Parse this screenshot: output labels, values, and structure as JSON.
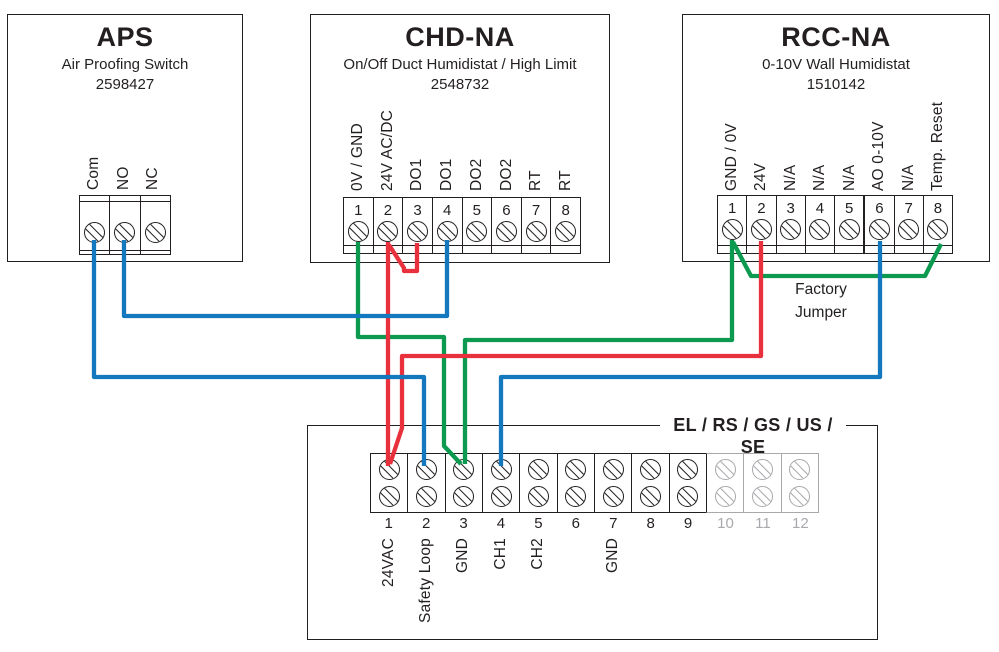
{
  "colors": {
    "line": "#231f20",
    "inactive_gray": "#a7a9ac",
    "wire_red": "#e8313c",
    "wire_green": "#0b9a50",
    "wire_blue": "#1478be"
  },
  "devices": {
    "aps": {
      "title": "APS",
      "subtitle": "Air Proofing Switch",
      "part_number": "2598427",
      "terminals": [
        {
          "label": "Com"
        },
        {
          "label": "NO"
        },
        {
          "label": "NC"
        }
      ]
    },
    "chd": {
      "title": "CHD-NA",
      "subtitle": "On/Off Duct Humidistat / High Limit",
      "part_number": "2548732",
      "terminals": [
        {
          "number": "1",
          "label": "0V / GND"
        },
        {
          "number": "2",
          "label": "24V AC/DC"
        },
        {
          "number": "3",
          "label": "DO1"
        },
        {
          "number": "4",
          "label": "DO1"
        },
        {
          "number": "5",
          "label": "DO2"
        },
        {
          "number": "6",
          "label": "DO2"
        },
        {
          "number": "7",
          "label": "RT"
        },
        {
          "number": "8",
          "label": "RT"
        }
      ]
    },
    "rcc": {
      "title": "RCC-NA",
      "subtitle": "0-10V Wall Humidistat",
      "part_number": "1510142",
      "terminals": [
        {
          "number": "1",
          "label": "GND / 0V"
        },
        {
          "number": "2",
          "label": "24V"
        },
        {
          "number": "3",
          "label": "N/A"
        },
        {
          "number": "4",
          "label": "N/A"
        },
        {
          "number": "5",
          "label": "N/A"
        },
        {
          "number": "6",
          "label": "AO 0-10V"
        },
        {
          "number": "7",
          "label": "N/A"
        },
        {
          "number": "8",
          "label": "Temp. Reset"
        }
      ]
    },
    "controller": {
      "label": "EL / RS / GS / US / SE",
      "terminals": [
        {
          "number": "1",
          "label": "24VAC"
        },
        {
          "number": "2",
          "label": "Safety Loop"
        },
        {
          "number": "3",
          "label": "GND"
        },
        {
          "number": "4",
          "label": "CH1"
        },
        {
          "number": "5",
          "label": "CH2"
        },
        {
          "number": "6",
          "label": ""
        },
        {
          "number": "7",
          "label": "GND"
        },
        {
          "number": "8",
          "label": ""
        },
        {
          "number": "9",
          "label": ""
        },
        {
          "number": "10",
          "label": ""
        },
        {
          "number": "11",
          "label": ""
        },
        {
          "number": "12",
          "label": ""
        }
      ]
    }
  },
  "annotations": {
    "factory_jumper": "Factory Jumper"
  },
  "connections": [
    {
      "from": "APS Com",
      "to": "Controller 2 (Safety Loop)",
      "color": "blue"
    },
    {
      "from": "APS NO",
      "to": "CHD-NA 4 (DO1)",
      "color": "blue"
    },
    {
      "from": "CHD-NA 1 (0V / GND)",
      "to": "Controller 3 (GND)",
      "color": "green"
    },
    {
      "from": "CHD-NA 2 (24V AC/DC)",
      "to": "Controller 1 (24VAC)",
      "color": "red"
    },
    {
      "from": "CHD-NA 2 (24V AC/DC)",
      "to": "CHD-NA 3 (DO1)",
      "color": "red"
    },
    {
      "from": "RCC-NA 1 (GND / 0V)",
      "to": "Controller 3 (GND)",
      "color": "green"
    },
    {
      "from": "RCC-NA 1 (GND / 0V)",
      "to": "RCC-NA 8 (Temp. Reset)",
      "color": "green",
      "note": "Factory Jumper"
    },
    {
      "from": "RCC-NA 2 (24V)",
      "to": "Controller 1 (24VAC)",
      "color": "red"
    },
    {
      "from": "RCC-NA 6 (AO 0-10V)",
      "to": "Controller 4 (CH1)",
      "color": "blue"
    }
  ]
}
